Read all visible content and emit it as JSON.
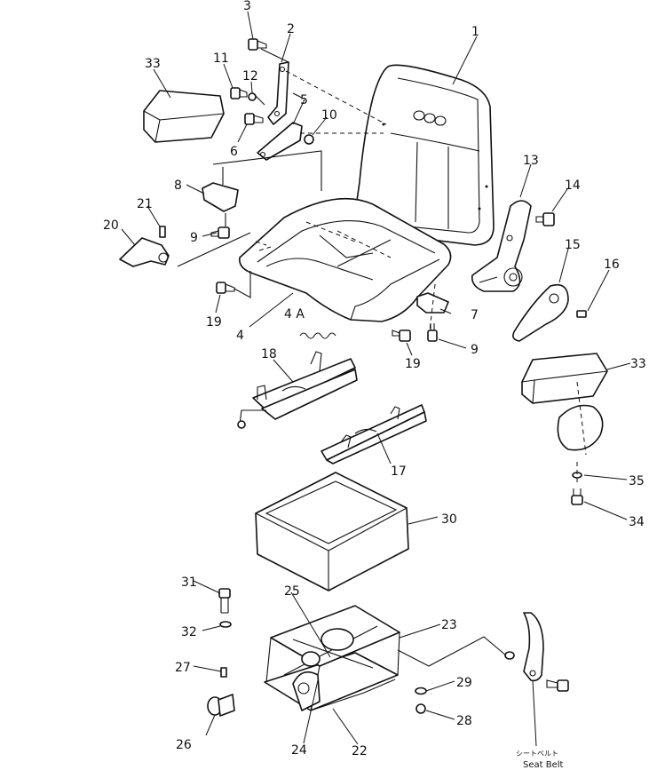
{
  "callouts": {
    "c1": "1",
    "c2": "2",
    "c3": "3",
    "c4": "4",
    "c4a": "4 A",
    "c5": "5",
    "c6": "6",
    "c7": "7",
    "c8": "8",
    "c9a": "9",
    "c9b": "9",
    "c10": "10",
    "c11": "11",
    "c12": "12",
    "c13": "13",
    "c14": "14",
    "c15": "15",
    "c16": "16",
    "c17": "17",
    "c18": "18",
    "c19a": "19",
    "c19b": "19",
    "c20": "20",
    "c21": "21",
    "c22": "22",
    "c23": "23",
    "c24": "24",
    "c25": "25",
    "c26": "26",
    "c27": "27",
    "c28": "28",
    "c29": "29",
    "c30": "30",
    "c31": "31",
    "c32": "32",
    "c33a": "33",
    "c33b": "33",
    "c34": "34",
    "c35": "35"
  },
  "seat_belt": {
    "label_jp": "シートベルト",
    "label_en": "Seat Belt"
  }
}
